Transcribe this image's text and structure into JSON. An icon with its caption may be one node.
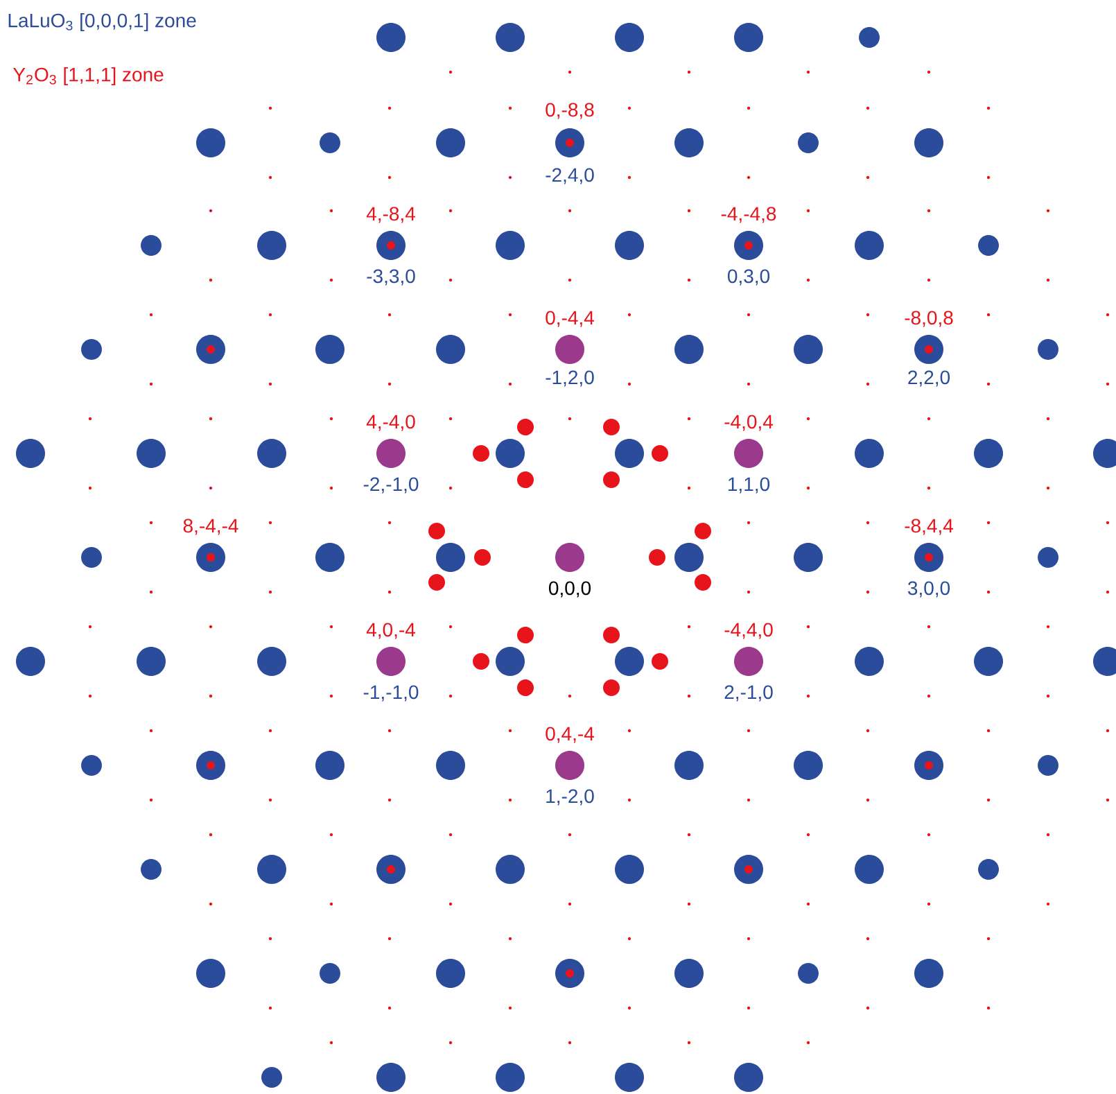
{
  "diagram": {
    "labels": [
      "LaLuO$_{3}$ [0,0,0,1] zone",
      "Y$_{2}$O$_{3}$ [1,1,1] zone",
      "0,-8,8",
      "-2,4,0",
      "4,-8,4",
      "-4,-4,8",
      "-3,3,0",
      "0,3,0",
      "0,-4,4",
      "-8,0,8",
      "-1,2,0",
      "2,2,0",
      "4,-4,0",
      "-4,0,4",
      "-2,-1,0",
      "1,1,0",
      "8,-4,-4",
      "-8,4,4",
      "0,0,0",
      "3,0,0",
      "4,0,-4",
      "-4,4,0",
      "-1,-1,0",
      "2,-1,0",
      "0,4,-4",
      "1,-2,0"
    ]
  }
}
